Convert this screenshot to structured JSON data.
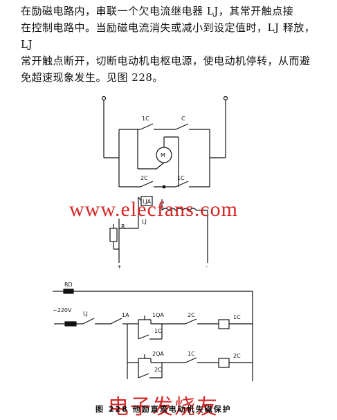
{
  "paragraph": {
    "line1": "在励磁电路内，串联一个欠电流继电器 LJ，其常开触点接",
    "line2": "在控制电路中。当励磁电流消失或减小到设定值时，LJ 释放，LJ",
    "line3": "常开触点断开，切断电动机电枢电源，使电动机停转，从而避",
    "line4": "免超速现象发生。见图 228。"
  },
  "upper_circuit": {
    "contact_left": "1C",
    "contact_right": "C",
    "motor": "M",
    "contact_bottom_left": "2C",
    "contact_bottom_right": "1C",
    "relay_coil": "LJA",
    "relay_label": "LJ",
    "resistor": "R",
    "terminal_plus": "+",
    "terminal_minus": "-"
  },
  "lower_circuit": {
    "fuse_label": "RD",
    "voltage": "~220V",
    "lj_contact": "LJ",
    "button_1a": "1A",
    "button_1qa": "1QA",
    "contact_1c_hold": "1C",
    "contact_2c_interlock": "2C",
    "coil_1c": "1C",
    "button_2qa": "2QA",
    "contact_2c_hold": "2C",
    "contact_1c_interlock": "1C",
    "coil_2c": "2C"
  },
  "watermark_url": "www.elecfans.com",
  "watermark_cn": "电子发烧友",
  "caption": "图 228  他励直流电动机失磁保护"
}
